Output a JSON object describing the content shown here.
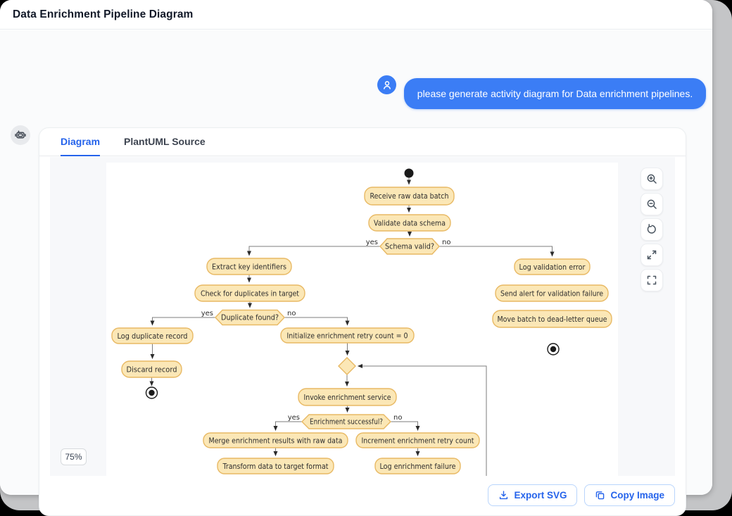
{
  "header": {
    "title": "Data Enrichment Pipeline Diagram"
  },
  "chat": {
    "user_message": "please generate activity diagram for Data enrichment pipelines.",
    "avatars": {
      "user": "user-icon",
      "assistant": "robot-icon"
    }
  },
  "card": {
    "tabs": [
      {
        "label": "Diagram",
        "active": true
      },
      {
        "label": "PlantUML Source",
        "active": false
      }
    ],
    "zoom_badge": "75%",
    "viewer_controls": [
      {
        "name": "zoom-in",
        "icon": "magnifier-plus-icon"
      },
      {
        "name": "zoom-out",
        "icon": "magnifier-minus-icon"
      },
      {
        "name": "reset-view",
        "icon": "rotate-ccw-icon"
      },
      {
        "name": "expand",
        "icon": "expand-arrows-icon"
      },
      {
        "name": "fullscreen",
        "icon": "corner-brackets-icon"
      }
    ],
    "actions": [
      {
        "label": "Export SVG",
        "icon": "download-icon"
      },
      {
        "label": "Copy Image",
        "icon": "copy-icon"
      }
    ]
  },
  "diagram": {
    "type": "plantuml-activity",
    "nodes": {
      "receive": "Receive raw data batch",
      "validate": "Validate data schema",
      "schema_valid": "Schema valid?",
      "extract": "Extract key identifiers",
      "check_dup": "Check for duplicates in target",
      "dup_found": "Duplicate found?",
      "log_dup": "Log duplicate record",
      "discard": "Discard record",
      "init_retry": "Initialize enrichment retry count = 0",
      "invoke": "Invoke enrichment service",
      "enrich_ok": "Enrichment successful?",
      "merge": "Merge enrichment results with raw data",
      "transform": "Transform data to target format",
      "increment": "Increment enrichment retry count",
      "log_fail": "Log enrichment failure",
      "log_val_err": "Log validation error",
      "send_alert": "Send alert for validation failure",
      "move_batch": "Move batch to dead-letter queue"
    },
    "edge_labels": {
      "yes": "yes",
      "no": "no"
    },
    "colors": {
      "node_fill": "#FBE7B6",
      "node_border": "#E8B964",
      "line": "#7d7d7d",
      "accent_blue": "#3b7df5",
      "tab_active": "#2563eb"
    }
  }
}
